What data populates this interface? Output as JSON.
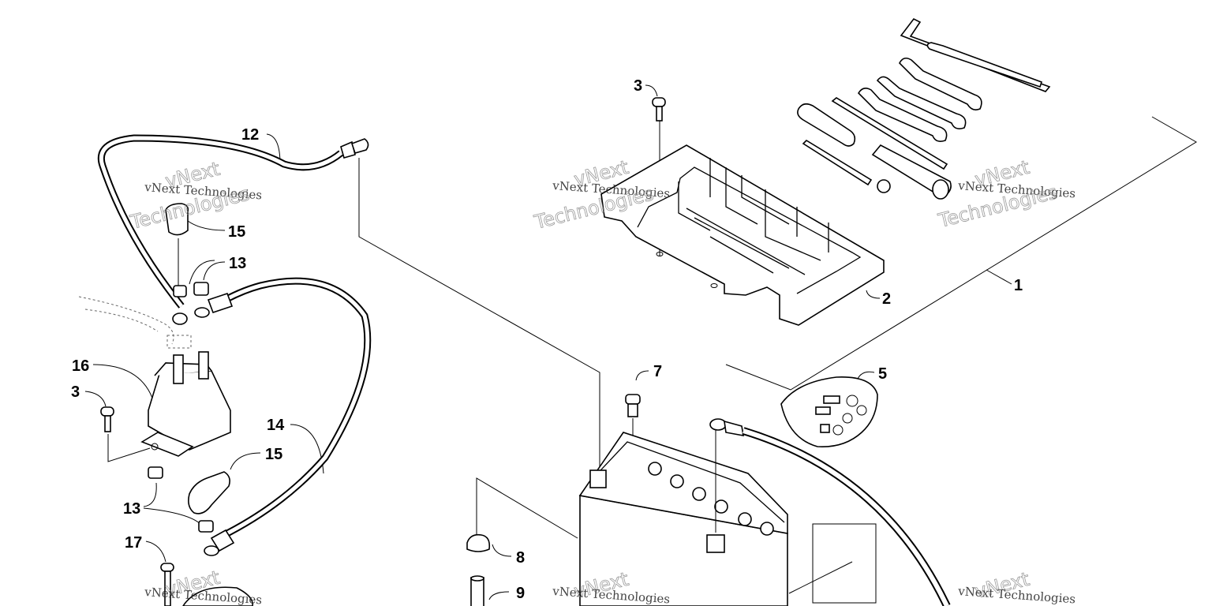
{
  "callouts": [
    {
      "id": "1",
      "text": "1"
    },
    {
      "id": "2",
      "text": "2"
    },
    {
      "id": "3a",
      "text": "3"
    },
    {
      "id": "3b",
      "text": "3"
    },
    {
      "id": "5",
      "text": "5"
    },
    {
      "id": "7",
      "text": "7"
    },
    {
      "id": "8",
      "text": "8"
    },
    {
      "id": "9",
      "text": "9"
    },
    {
      "id": "12",
      "text": "12"
    },
    {
      "id": "13a",
      "text": "13"
    },
    {
      "id": "13b",
      "text": "13"
    },
    {
      "id": "14",
      "text": "14"
    },
    {
      "id": "15a",
      "text": "15"
    },
    {
      "id": "15b",
      "text": "15"
    },
    {
      "id": "16",
      "text": "16"
    },
    {
      "id": "17",
      "text": "17"
    }
  ],
  "watermark": {
    "small": "vNext Technologies",
    "big_top": "vNext",
    "big_bottom": "Technologies"
  }
}
